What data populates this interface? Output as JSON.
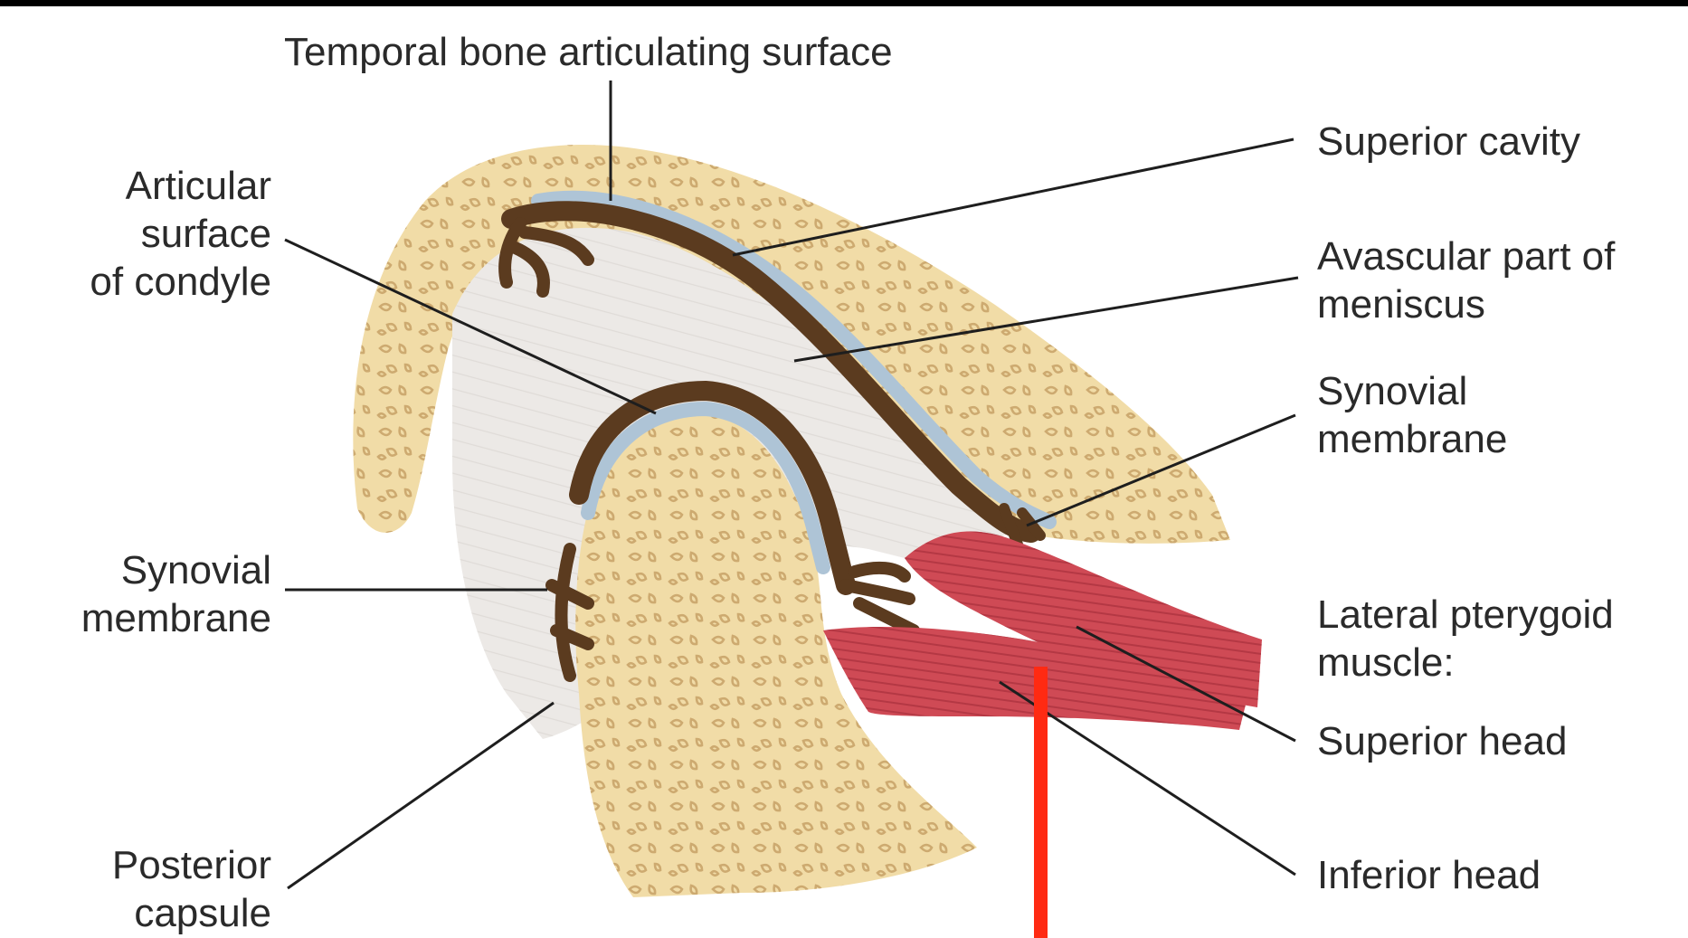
{
  "colors": {
    "background": "#000000",
    "panel": "#ffffff",
    "bone": "#f1dca7",
    "bone_texture": "#c9a46a",
    "cartilage_dark": "#5b3b1f",
    "cartilage_blue": "#aec4d6",
    "muscle": "#cf4a55",
    "capsule": "#ece9e6",
    "leader": "#1e1e1e",
    "marker": "#ff2a12"
  },
  "labels": {
    "temporal_bone_surface": "Temporal bone articulating surface",
    "articular_surface_condyle": "Articular\nsurface\nof condyle",
    "synovial_membrane_left": "Synovial\nmembrane",
    "posterior_capsule": "Posterior\ncapsule",
    "superior_cavity": "Superior cavity",
    "avascular_meniscus": "Avascular part of\nmeniscus",
    "synovial_membrane_right": "Synovial\nmembrane",
    "lateral_pterygoid": "Lateral pterygoid\nmuscle:",
    "superior_head": "Superior head",
    "inferior_head": "Inferior head"
  }
}
